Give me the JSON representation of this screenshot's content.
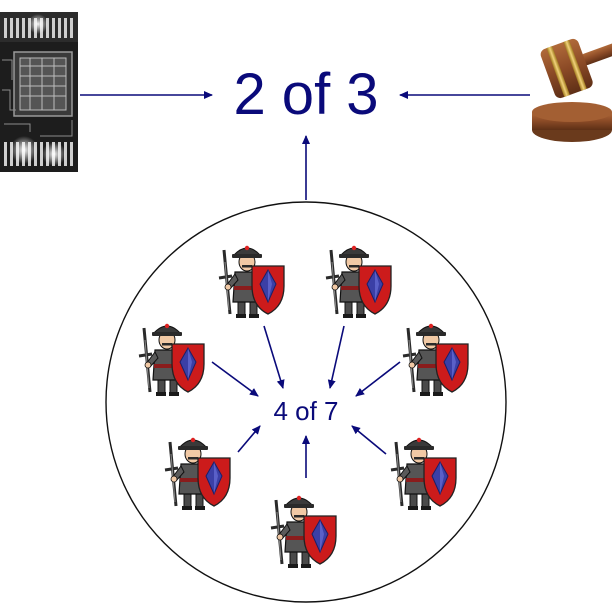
{
  "outer_threshold": "2 of 3",
  "inner_threshold": "4 of 7",
  "colors": {
    "label": "#0a0a7a",
    "arrow": "#0a0a7a",
    "shield": "#cc1b1b",
    "gem": "#3b3fa6",
    "gavel_wood": "#8b4a26",
    "gavel_gold": "#c9a23a"
  },
  "icons": {
    "left_source": "circuit-board-chip",
    "right_source": "judge-gavel",
    "guardian": "knight-with-sword-and-shield"
  },
  "guardian_count": 7
}
